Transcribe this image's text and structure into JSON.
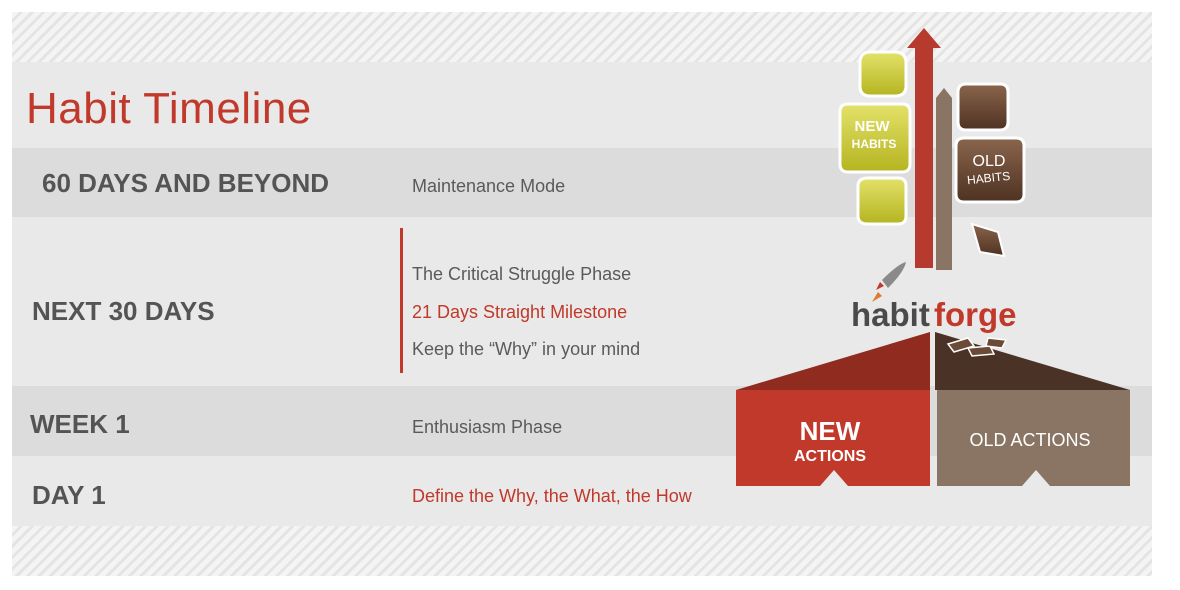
{
  "title": "Habit Timeline",
  "stages": [
    {
      "label": "60 DAYS AND BEYOND",
      "items": [
        "Maintenance Mode"
      ]
    },
    {
      "label": "NEXT 30 DAYS",
      "items": [
        "The Critical Struggle Phase",
        "21 Days Straight Milestone",
        "Keep the “Why” in your mind"
      ]
    },
    {
      "label": "WEEK 1",
      "items": [
        "Enthusiasm Phase"
      ]
    },
    {
      "label": "DAY 1",
      "items": [
        "Define the Why, the What, the How"
      ]
    }
  ],
  "graphic": {
    "new_habits": [
      "NEW",
      "HABITS"
    ],
    "old_habits": [
      "OLD",
      "HABITS"
    ],
    "new_actions": [
      "NEW",
      "ACTIONS"
    ],
    "old_actions": "OLD ACTIONS",
    "logo": {
      "part1": "habit",
      "part2": "forge"
    }
  },
  "colors": {
    "accent_red": "#c0392b",
    "habit_green": "#c9c832",
    "old_brown": "#6b4a36",
    "old_actions_gray": "#8a7565"
  }
}
